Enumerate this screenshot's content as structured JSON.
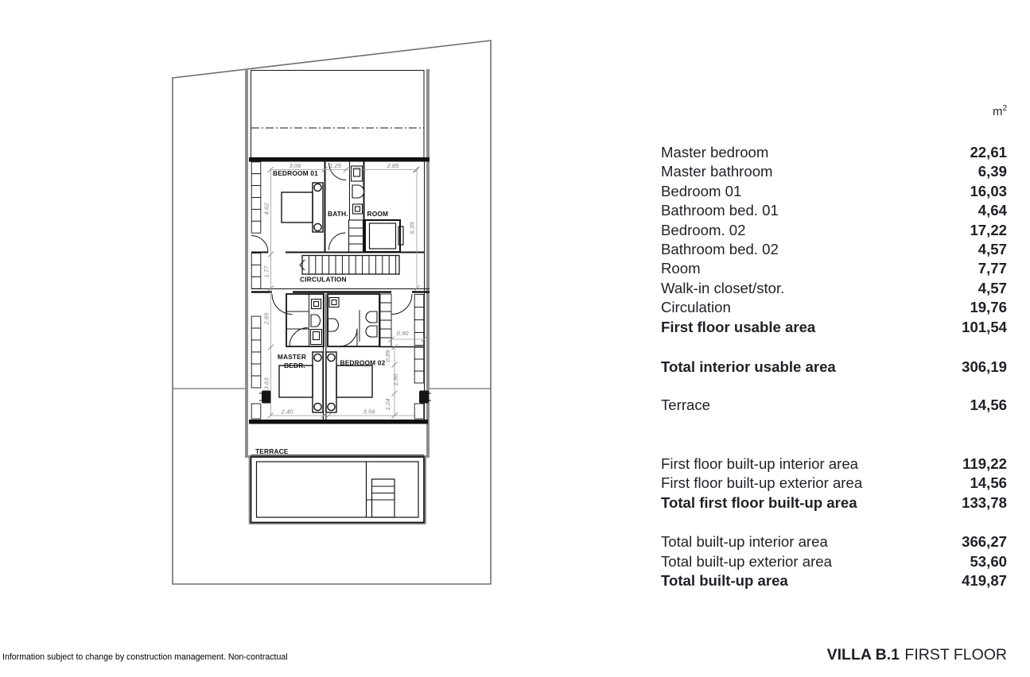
{
  "plan": {
    "labels": {
      "bedroom01": "BEDROOM 01",
      "bath": "BATH.",
      "room": "ROOM",
      "circulation": "CIRCULATION",
      "master_line1": "MASTER",
      "master_line2": "BEDR.",
      "bedroom02": "BEDROOM 02",
      "terrace": "TERRACE"
    },
    "dims": {
      "top1": "3.06",
      "top2": "1.25",
      "top3": "2.85",
      "left1": "4.62",
      "left2": "1.77",
      "left3": "2.85",
      "left4": "3.63",
      "right1": "6.39",
      "right2": "0.90",
      "right3": "0.89",
      "right4": "1.50",
      "right5": "1.24",
      "bottom1": "2.40",
      "bottom2": "3.56"
    }
  },
  "areas": {
    "unit_base": "m",
    "unit_exp": "2",
    "rows": [
      {
        "label": "Master bedroom",
        "value": "22,61"
      },
      {
        "label": "Master bathroom",
        "value": "6,39"
      },
      {
        "label": "Bedroom 01",
        "value": "16,03"
      },
      {
        "label": "Bathroom bed. 01",
        "value": "4,64"
      },
      {
        "label": "Bedroom. 02",
        "value": "17,22"
      },
      {
        "label": "Bathroom bed. 02",
        "value": "4,57"
      },
      {
        "label": "Room",
        "value": "7,77"
      },
      {
        "label": "Walk-in closet/stor.",
        "value": "4,57"
      },
      {
        "label": "Circulation",
        "value": "19,76"
      },
      {
        "label": "First floor usable area",
        "value": "101,54"
      },
      {
        "label": "Total interior usable area",
        "value": "306,19"
      },
      {
        "label": "Terrace",
        "value": "14,56"
      },
      {
        "label": "First floor built-up interior area",
        "value": "119,22"
      },
      {
        "label": "First floor built-up exterior area",
        "value": "14,56"
      },
      {
        "label": "Total first floor built-up area",
        "value": "133,78"
      },
      {
        "label": "Total built-up interior area",
        "value": "366,27"
      },
      {
        "label": "Total built-up exterior area",
        "value": "53,60"
      },
      {
        "label": "Total built-up area",
        "value": "419,87"
      }
    ]
  },
  "footer": {
    "disclaimer": "Information subject to change by construction management. Non-contractual",
    "title_bold": "VILLA B.1",
    "title_regular": "FIRST FLOOR"
  }
}
